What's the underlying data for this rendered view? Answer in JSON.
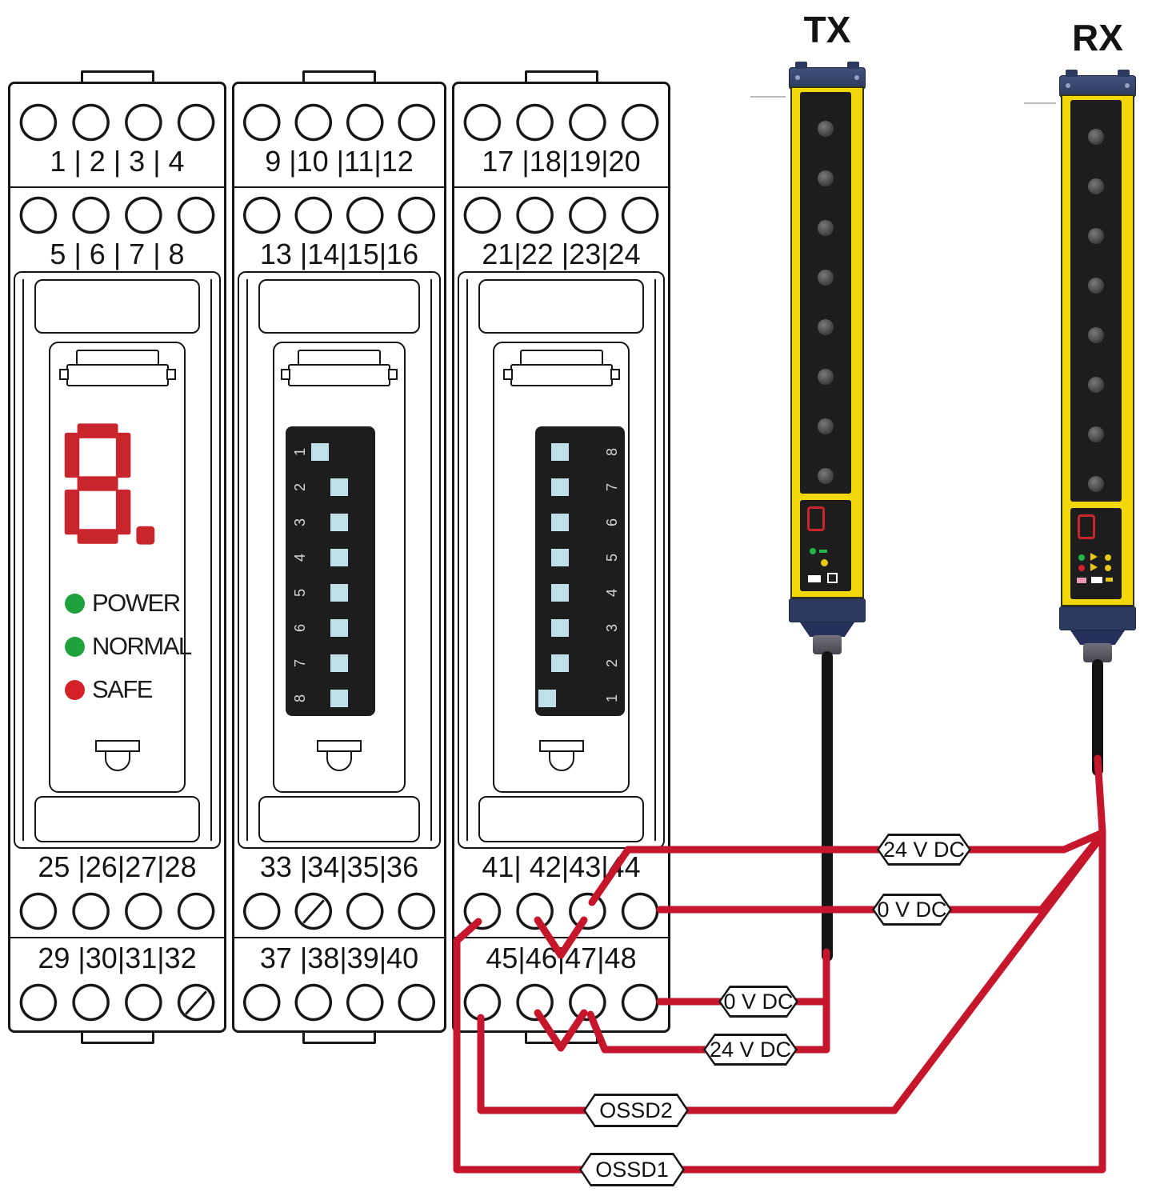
{
  "wire_labels": [
    "24 V DC",
    "0 V DC",
    "0 V DC",
    "24 V DC",
    "OSSD2",
    "OSSD1"
  ],
  "devices": {
    "tx_label": "TX",
    "rx_label": "RX"
  },
  "modules": [
    {
      "terminal_rows": [
        "1 | 2 | 3 | 4",
        "5 | 6 | 7 | 8",
        "25 |26|27|28",
        "29 |30|31|32"
      ],
      "display_value": "8.",
      "leds": [
        {
          "label": "POWER"
        },
        {
          "label": "NORMAL"
        },
        {
          "label": "SAFE"
        }
      ]
    },
    {
      "terminal_rows": [
        "9 |10 |11|12",
        "13 |14|15|16",
        "33 |34|35|36",
        "37 |38|39|40"
      ],
      "dip_numbers": [
        "1",
        "2",
        "3",
        "4",
        "5",
        "6",
        "7",
        "8"
      ]
    },
    {
      "terminal_rows": [
        "17 |18|19|20",
        "21|22 |23|24",
        "41| 42|43|44",
        "45|46|47|48"
      ],
      "dip_numbers": [
        "8",
        "7",
        "6",
        "5",
        "4",
        "3",
        "2",
        "1"
      ]
    }
  ],
  "colors": {
    "wire": "#c5162c",
    "yellow": "#f2d80a",
    "navy": "#2d3a5f",
    "strip_black": "#1d1d1d",
    "led_green": "#1fa23c",
    "led_red": "#d42027",
    "seg_red": "#c9252c",
    "dip_cyan": "#bfe0e8",
    "cable_black": "#141414"
  }
}
